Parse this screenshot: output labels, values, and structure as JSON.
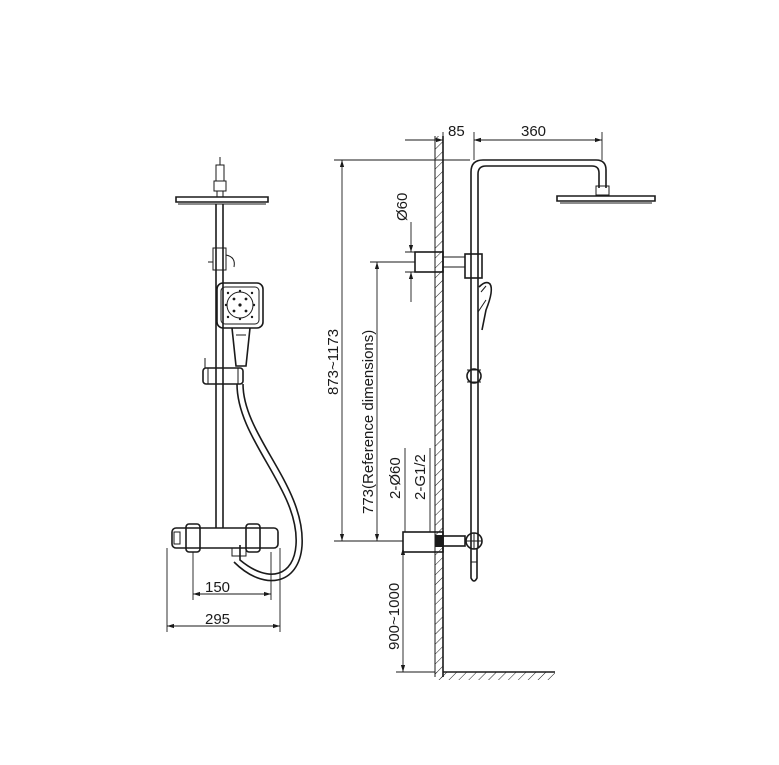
{
  "labels": {
    "width_150": "150",
    "width_295": "295",
    "wall_offset_85": "85",
    "arm_360": "360",
    "diameter_60": "Ø60",
    "height_873_1173": "873~1173",
    "reference": "773(Reference dimensions)",
    "inlet_diameter": "2-Ø60",
    "inlet_thread": "2-G1/2",
    "floor_height": "900~1000"
  }
}
